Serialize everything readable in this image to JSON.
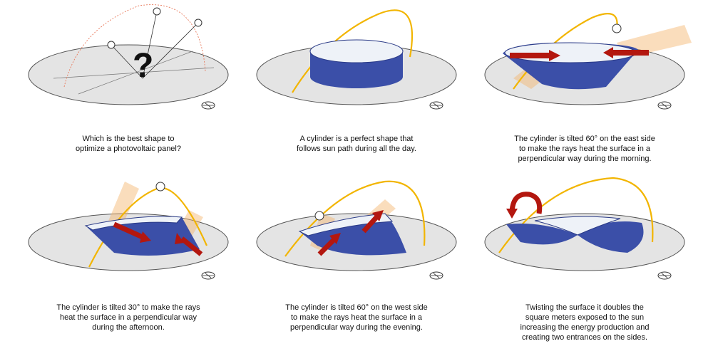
{
  "panels": [
    {
      "id": "p1",
      "question_mark": "?",
      "caption": [
        "Which is the best shape to",
        "optimize a photovoltaic panel?"
      ]
    },
    {
      "id": "p2",
      "caption": [
        "A cylinder is a perfect shape that",
        "follows sun path during all the day."
      ]
    },
    {
      "id": "p3",
      "caption": [
        "The cylinder is tilted 60° on the east side",
        "to make the rays heat the surface in a",
        "perpendicular way during the morning."
      ]
    },
    {
      "id": "p4",
      "caption": [
        "The cylinder is tilted 30° to make the rays",
        "heat the surface in a perpendicular way",
        "during the afternoon."
      ]
    },
    {
      "id": "p5",
      "caption": [
        "The cylinder is tilted 60° on the west side",
        "to make the rays heat the surface in a",
        "perpendicular way during the evening."
      ]
    },
    {
      "id": "p6",
      "caption": [
        "Twisting the surface it doubles the",
        "square meters exposed to the sun",
        "increasing the energy production and",
        "creating two entrances on the sides."
      ]
    }
  ],
  "colors": {
    "ground": "#e4e4e4",
    "ground_stroke": "#555555",
    "sun_path": "#f2b500",
    "sun_path_guide": "#e8785a",
    "panel_blue": "#3b4fa8",
    "panel_light": "#eef2f8",
    "arrow_red": "#b3170f",
    "ray": "#f4b46a"
  },
  "icons": [
    "compass-icon",
    "sun-icon",
    "rotation-arrow-icon"
  ]
}
